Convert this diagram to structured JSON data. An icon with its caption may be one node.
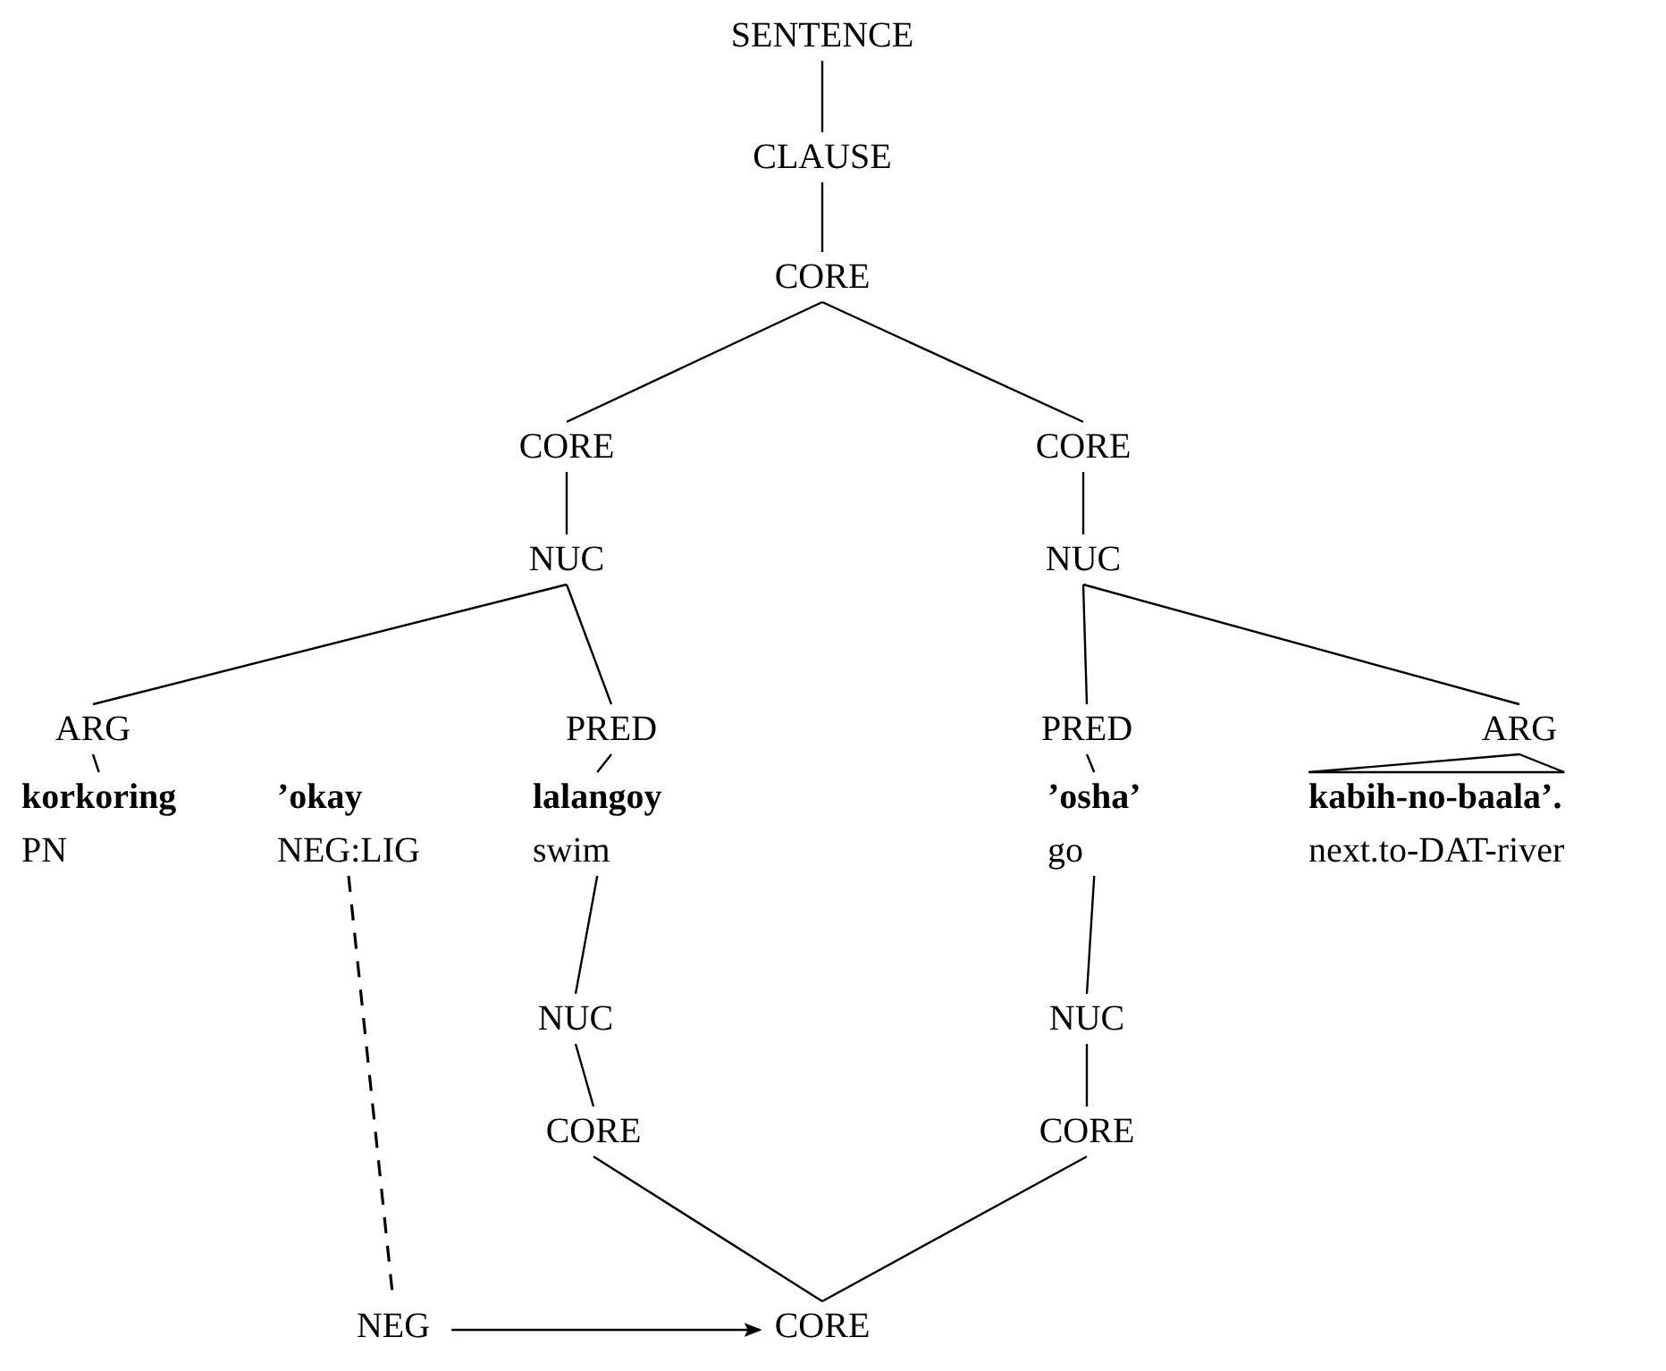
{
  "diagram": {
    "nodes": [
      {
        "text": [
          "SENTENCE"
        ]
      },
      {
        "text": [
          "CLAUSE"
        ]
      },
      {
        "text": [
          "CORE"
        ]
      },
      {
        "text": [
          "CORE"
        ]
      },
      {
        "text": [
          "CORE"
        ]
      },
      {
        "text": [
          "NUC"
        ]
      },
      {
        "text": [
          "NUC"
        ]
      },
      {
        "text": [
          "ARG"
        ]
      },
      {
        "text": [
          "PRED"
        ]
      },
      {
        "text": [
          "PRED"
        ]
      },
      {
        "text": [
          "ARG"
        ]
      },
      {
        "text": [
          "korkoring",
          "PN"
        ]
      },
      {
        "text": [
          "’okay",
          "NEG:LIG"
        ]
      },
      {
        "text": [
          "lalangoy",
          "swim"
        ]
      },
      {
        "text": [
          "’osha’",
          "go"
        ]
      },
      {
        "text": [
          "**kabih-no-baala’**.",
          "next.to-DAT-river"
        ]
      },
      {
        "text": [
          "NUC"
        ]
      },
      {
        "text": [
          "CORE"
        ]
      },
      {
        "text": [
          "NUC"
        ]
      },
      {
        "text": [
          "CORE"
        ]
      },
      {
        "text": [
          "CORE"
        ]
      },
      {
        "text": [
          "NEG"
        ]
      }
    ],
    "edges": [
      {
        "from": 0,
        "to": 1,
        "arrow": "none"
      },
      {
        "from": 1,
        "to": 2,
        "arrow": "none"
      },
      {
        "from": 2,
        "to": 3,
        "arrow": "none"
      },
      {
        "from": 2,
        "to": 4,
        "arrow": "none"
      },
      {
        "from": 3,
        "to": 5,
        "arrow": "none"
      },
      {
        "from": 4,
        "to": 6,
        "arrow": "none"
      },
      {
        "from": 5,
        "to": 7,
        "arrow": "none"
      },
      {
        "from": 5,
        "to": 8,
        "arrow": "none"
      },
      {
        "from": 6,
        "to": 9,
        "arrow": "none"
      },
      {
        "from": 6,
        "to": 10,
        "arrow": "none"
      },
      {
        "from": 7,
        "to": 11,
        "arrow": "none"
      },
      {
        "from": 8,
        "to": 13,
        "arrow": "none"
      },
      {
        "from": 9,
        "to": 14,
        "arrow": "none"
      },
      {
        "from": 10,
        "to": 15,
        "arrow": "none"
      },
      {
        "from": 13,
        "to": 16,
        "arrow": "none"
      },
      {
        "from": 16,
        "to": 17,
        "arrow": "none"
      },
      {
        "from": 14,
        "to": 18,
        "arrow": "none"
      },
      {
        "from": 18,
        "to": 19,
        "arrow": "none"
      },
      {
        "from": 17,
        "to": 20,
        "arrow": "none"
      },
      {
        "from": 19,
        "to": 20,
        "arrow": "none"
      },
      {
        "from": 12,
        "to": 21,
        "arrow": "none",
        "style": "dashed"
      },
      {
        "from": 21,
        "to": 20,
        "arrow": "to"
      }
    ]
  }
}
